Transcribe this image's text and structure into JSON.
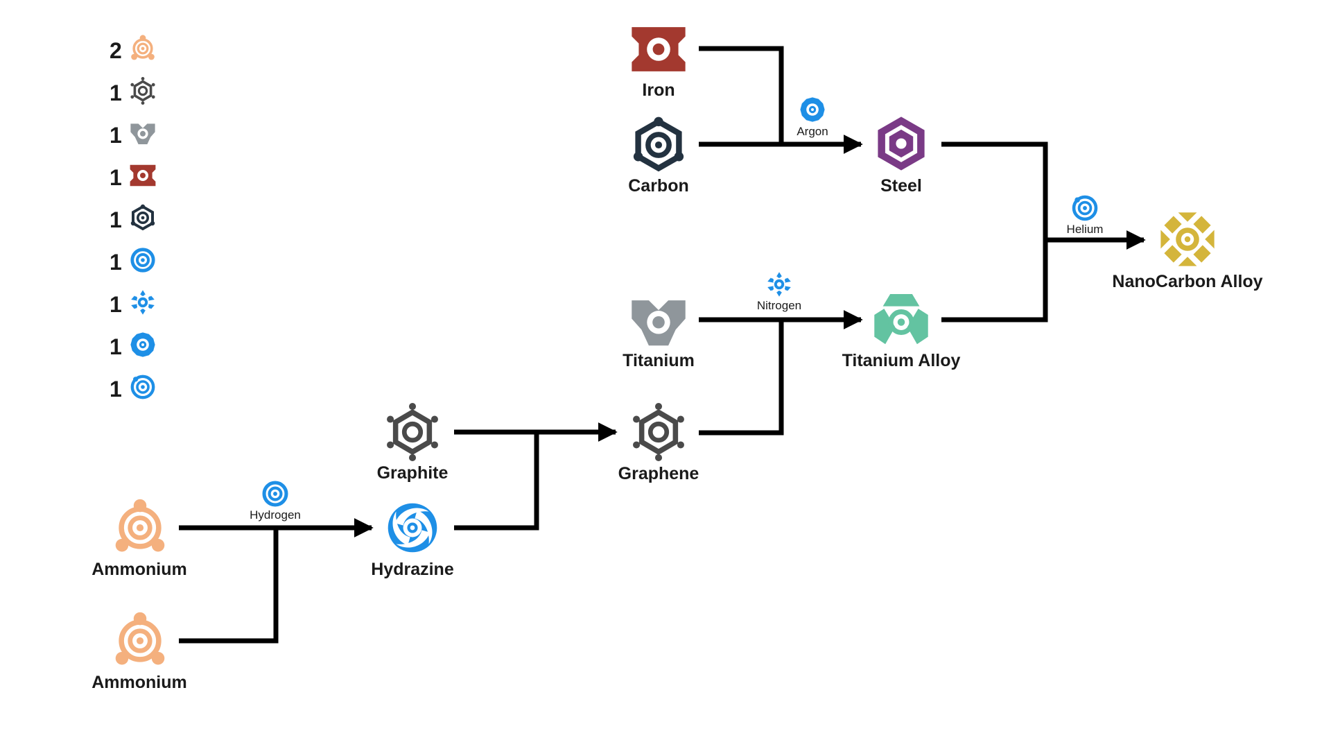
{
  "legend": [
    {
      "count": "2",
      "icon": "ammonium-icon",
      "color": "#f4b07e"
    },
    {
      "count": "1",
      "icon": "graphite-icon",
      "color": "#4a4a4a"
    },
    {
      "count": "1",
      "icon": "titanium-icon",
      "color": "#8f969b"
    },
    {
      "count": "1",
      "icon": "iron-icon",
      "color": "#a3392f"
    },
    {
      "count": "1",
      "icon": "carbon-icon",
      "color": "#233240"
    },
    {
      "count": "1",
      "icon": "hydrogen-icon",
      "color": "#1e8fe6"
    },
    {
      "count": "1",
      "icon": "nitrogen-icon",
      "color": "#1e8fe6"
    },
    {
      "count": "1",
      "icon": "argon-icon",
      "color": "#1e8fe6"
    },
    {
      "count": "1",
      "icon": "helium-icon",
      "color": "#1e8fe6"
    }
  ],
  "nodes": {
    "iron": {
      "label": "Iron",
      "color": "#a3392f"
    },
    "carbon": {
      "label": "Carbon",
      "color": "#233240"
    },
    "steel": {
      "label": "Steel",
      "color": "#7a3a86"
    },
    "titanium": {
      "label": "Titanium",
      "color": "#8f969b"
    },
    "titanium_alloy": {
      "label": "Titanium Alloy",
      "color": "#63c3a1"
    },
    "graphite": {
      "label": "Graphite",
      "color": "#4a4a4a"
    },
    "graphene": {
      "label": "Graphene",
      "color": "#4a4a4a"
    },
    "ammonium_1": {
      "label": "Ammonium",
      "color": "#f4b07e"
    },
    "ammonium_2": {
      "label": "Ammonium",
      "color": "#f4b07e"
    },
    "hydrazine": {
      "label": "Hydrazine",
      "color": "#1e8fe6"
    },
    "nanocarbon": {
      "label": "NanoCarbon Alloy",
      "color": "#d4b53b"
    }
  },
  "catalysts": {
    "argon": {
      "label": "Argon",
      "color": "#1e8fe6"
    },
    "nitrogen": {
      "label": "Nitrogen",
      "color": "#1e8fe6"
    },
    "helium": {
      "label": "Helium",
      "color": "#1e8fe6"
    },
    "hydrogen": {
      "label": "Hydrogen",
      "color": "#1e8fe6"
    }
  }
}
